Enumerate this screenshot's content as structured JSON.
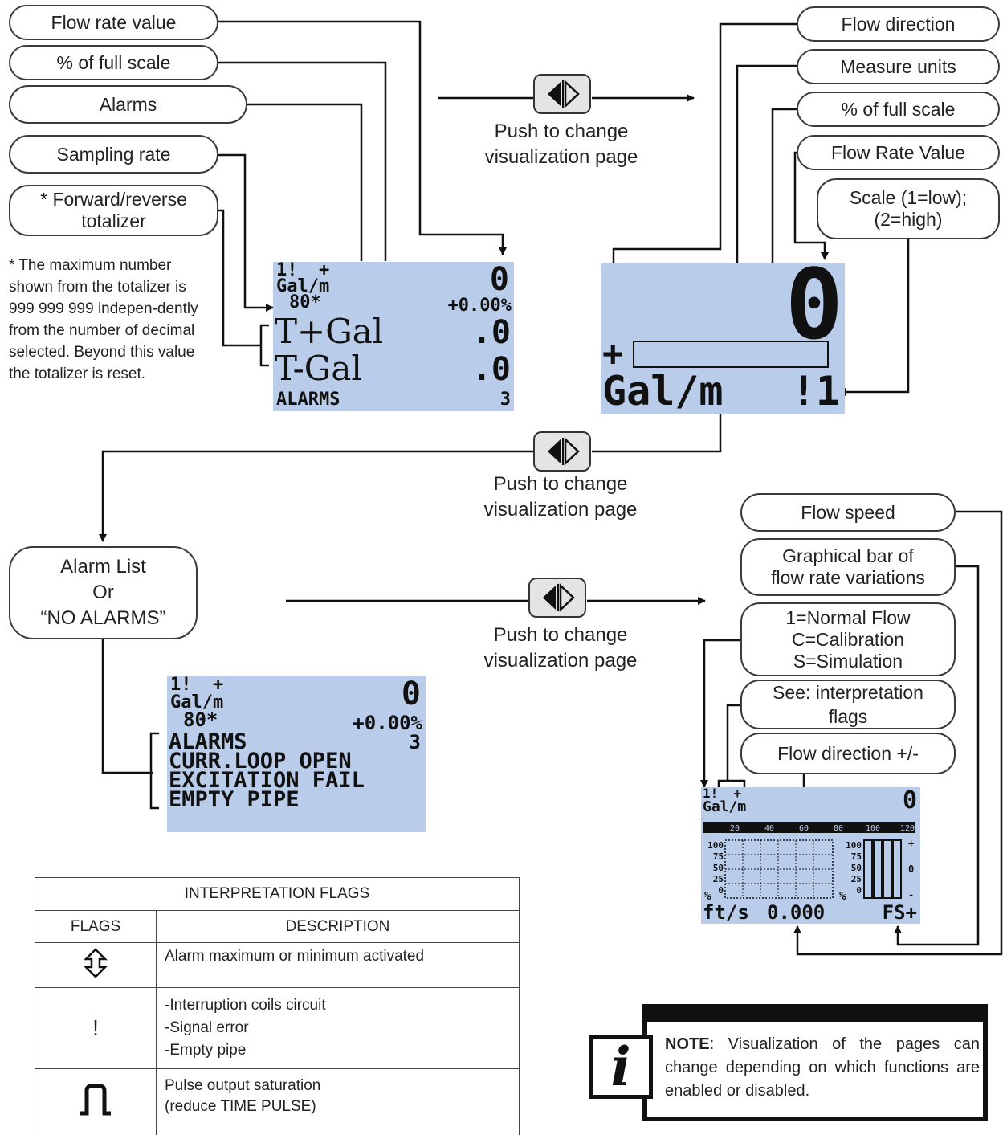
{
  "callouts": {
    "flow_rate_value": "Flow rate value",
    "pct_full_scale_left": "% of full scale",
    "alarms": "Alarms",
    "sampling_rate": "Sampling rate",
    "totalizer": "* Forward/reverse\ntotalizer",
    "flow_direction": "Flow direction",
    "measure_units": "Measure units",
    "pct_full_scale_right": "% of full scale",
    "flow_rate_value_right": "Flow Rate Value",
    "scale": "Scale (1=low);\n(2=high)",
    "alarm_list": "Alarm List\nOr\n“NO ALARMS”",
    "flow_speed": "Flow speed",
    "graphical_bar": "Graphical bar of\nflow rate variations",
    "mode": "1=Normal Flow\nC=Calibration\nS=Simulation",
    "see_flags": "See: interpretation\nflags",
    "flow_direction_pm": "Flow direction +/-"
  },
  "footnote": "* The maximum number shown from the totalizer is 999 999 999 indepen-dently from the number of decimal selected. Beyond this value the totalizer is reset.",
  "push_text": "Push to change\nvisualization page",
  "screen1": {
    "line1": "1!  +",
    "digit": "0",
    "units": "Gal/m",
    "rate": "80*",
    "pct": "+0.00%",
    "t_plus": "T+Gal",
    "t_plus_val": ".0",
    "t_minus": "T-Gal",
    "t_minus_val": ".0",
    "alarms": "ALARMS",
    "alarms_count": "3"
  },
  "screen2": {
    "big_digit": "0",
    "plus": "+",
    "units": "Gal/m",
    "flag": "!1"
  },
  "screen3": {
    "line1": "1!  +",
    "digit": "0",
    "units": "Gal/m",
    "rate": "80*",
    "pct": "+0.00%",
    "alarms": "ALARMS",
    "count": "3",
    "a1": "CURR.LOOP OPEN",
    "a2": "EXCITATION FAIL",
    "a3": "EMPTY PIPE"
  },
  "screen4": {
    "line1": "1!  +",
    "digit": "0",
    "units": "Gal/m",
    "scale_ticks": [
      "20",
      "40",
      "60",
      "80",
      "100",
      "120"
    ],
    "y_ticks": [
      "100",
      "75",
      "50",
      "25",
      "0"
    ],
    "pct_sign": "%",
    "speed_label": "ft/s",
    "speed_value": "0.000",
    "fs_label": "FS+",
    "bar_marks": [
      "+",
      "0",
      "-"
    ]
  },
  "flags_table": {
    "title": "INTERPRETATION FLAGS",
    "col_flags": "FLAGS",
    "col_desc": "DESCRIPTION",
    "rows": [
      {
        "icon": "up-down-arrow-icon",
        "desc": [
          "Alarm maximum or minimum activated"
        ]
      },
      {
        "flag": "!",
        "desc": [
          "-Interruption coils circuit",
          "-Signal error",
          "-Empty pipe"
        ]
      },
      {
        "icon": "pulse-icon",
        "desc": [
          "Pulse output saturation",
          "(reduce TIME PULSE)"
        ]
      }
    ]
  },
  "note": {
    "bold": "NOTE",
    "text": ": Visualization of the pages can change depending on which functions are enabled or disabled."
  },
  "info_glyph": "i"
}
